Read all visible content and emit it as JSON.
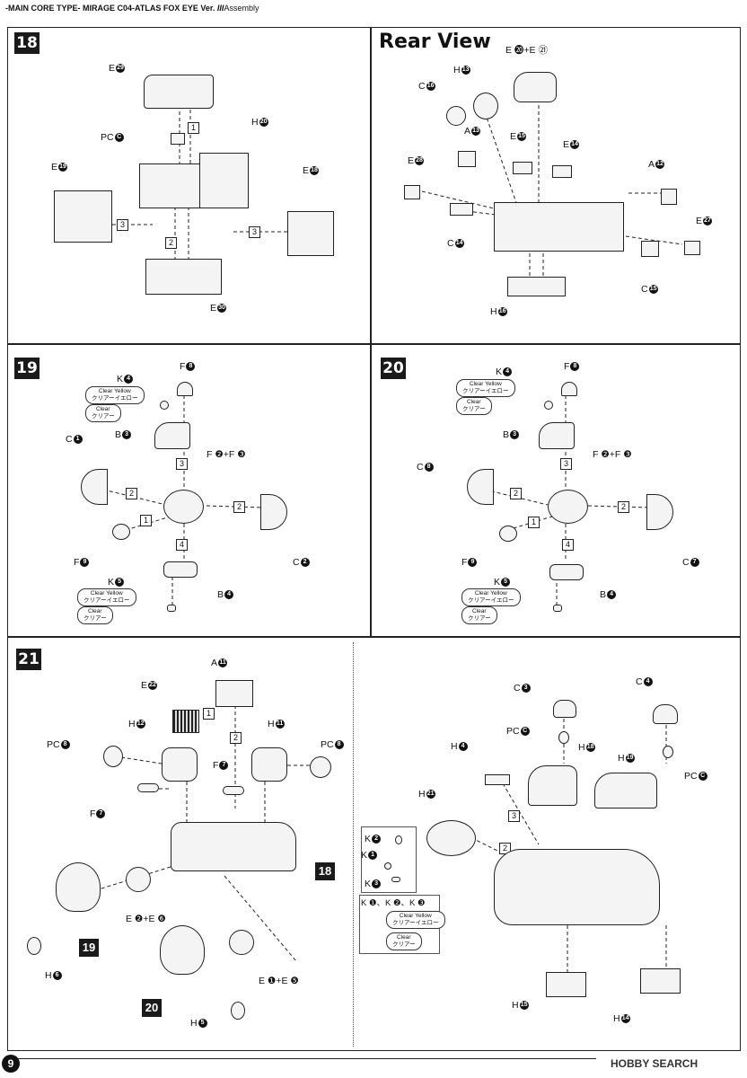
{
  "header": {
    "series": "-MAIN CORE TYPE-",
    "title": "MIRAGE C04-ATLAS FOX EYE Ver.",
    "mark": "III",
    "section": "Assembly"
  },
  "steps": {
    "s18": "18",
    "s19": "19",
    "s20": "20",
    "s21": "21"
  },
  "rear_view": "Rear View",
  "page_number": "9",
  "watermark": "HOBBY SEARCH",
  "notes": {
    "clear_yellow": "Clear Yellow",
    "clear_yellow_jp": "クリアーイエロー",
    "clear": "Clear",
    "clear_jp": "クリアー"
  },
  "labels18": {
    "e29": "E",
    "pc": "PC",
    "e19": "E",
    "h20": "H",
    "e18": "E",
    "e30": "E"
  },
  "labels_rear": {
    "e2021": "E ⓴+E ㉑",
    "h13": "H",
    "c16": "C",
    "a13": "A",
    "e15": "E",
    "e14": "E",
    "e28": "E",
    "a12": "A",
    "c14": "C",
    "e27": "E",
    "c15": "C",
    "h16": "H"
  },
  "labels19": {
    "k4": "K",
    "f8": "F",
    "b3": "B",
    "c1": "C",
    "f2f3": "F ❷+F ❸",
    "f9": "F",
    "c2": "C",
    "k5": "K",
    "b4": "B"
  },
  "labels20": {
    "k4": "K",
    "f8": "F",
    "b3": "B",
    "c8": "C",
    "f2f3": "F ❷+F ❸",
    "f9": "F",
    "c7": "C",
    "k5": "K",
    "b4": "B"
  },
  "labels21": {
    "a11": "A",
    "e22": "E",
    "h12": "H",
    "h11": "H",
    "pc8a": "PC",
    "pc8b": "PC",
    "f7a": "F",
    "f7b": "F",
    "e2e6": "E ❷+E ❻",
    "e1e5": "E ❶+E ❺",
    "h6": "H",
    "h5": "H"
  },
  "labels21r": {
    "c3": "C",
    "c4": "C",
    "pc1": "PC",
    "pc2": "PC",
    "h4": "H",
    "h18": "H",
    "h19": "H",
    "h21": "H",
    "k2": "K",
    "k1": "K",
    "k3": "K",
    "k123": "K ❶、K ❷、K ❸",
    "h15": "H",
    "h14": "H"
  },
  "refs": {
    "r18": "18",
    "r19": "19",
    "r20": "20"
  },
  "seq": {
    "n1": "1",
    "n2": "2",
    "n3": "3",
    "n4": "4"
  }
}
